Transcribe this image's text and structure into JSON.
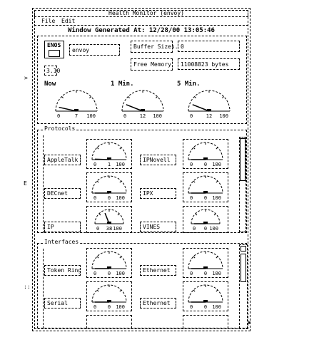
{
  "window": {
    "title": "Health Monitor (envoy)",
    "menu_file": "File",
    "menu_edit": "Edit",
    "generated": "Window Generated At: 12/28/00 13:05:46"
  },
  "top": {
    "device_label": "ENOS",
    "device_name_value": "envoy",
    "hardware_label": "3.10",
    "buffer_button": "Buffer Sizes...",
    "buffer_value": "0",
    "free_memory_button": "Free Memory",
    "free_memory_value": "11008823 bytes",
    "dials": [
      {
        "title": "Now",
        "min": "0",
        "value": "7",
        "max": "100",
        "fraction": 0.07
      },
      {
        "title": "1 Min.",
        "min": "0",
        "value": "12",
        "max": "100",
        "fraction": 0.12
      },
      {
        "title": "5 Min.",
        "min": "0",
        "value": "12",
        "max": "100",
        "fraction": 0.12
      }
    ]
  },
  "protocols": {
    "title": "Protocols",
    "rows": [
      {
        "left_label": "AppleTalk",
        "left_dial": {
          "min": "0",
          "value": "1",
          "max": "100",
          "fraction": 0.01
        },
        "right_label": "IPNovell",
        "right_dial": {
          "min": "0",
          "value": "0",
          "max": "100",
          "fraction": 0.0
        }
      },
      {
        "left_label": "DECnet",
        "left_dial": {
          "min": "0",
          "value": "0",
          "max": "100",
          "fraction": 0.0
        },
        "right_label": "IPX",
        "right_dial": {
          "min": "0",
          "value": "0",
          "max": "100",
          "fraction": 0.0
        }
      },
      {
        "left_label": "IP",
        "left_dial": {
          "min": "0",
          "value": "38",
          "max": "100",
          "fraction": 0.38
        },
        "right_label": "VINES",
        "right_dial": {
          "min": "0",
          "value": "0",
          "max": "100",
          "fraction": 0.0
        }
      }
    ]
  },
  "interfaces": {
    "title": "Interfaces",
    "rows": [
      {
        "left_label": "Token Ring",
        "left_dial": {
          "min": "0",
          "value": "0",
          "max": "100",
          "fraction": 0.0
        },
        "right_label": "Ethernet",
        "right_dial": {
          "min": "0",
          "value": "0",
          "max": "100",
          "fraction": 0.0
        }
      },
      {
        "left_label": "Serial",
        "left_dial": {
          "min": "0",
          "value": "0",
          "max": "100",
          "fraction": 0.0
        },
        "right_label": "Ethernet",
        "right_dial": {
          "min": "0",
          "value": "0",
          "max": "100",
          "fraction": 0.0
        }
      }
    ]
  },
  "side_marks": {
    "top": ">",
    "mid": "E",
    "bottom": "::"
  }
}
